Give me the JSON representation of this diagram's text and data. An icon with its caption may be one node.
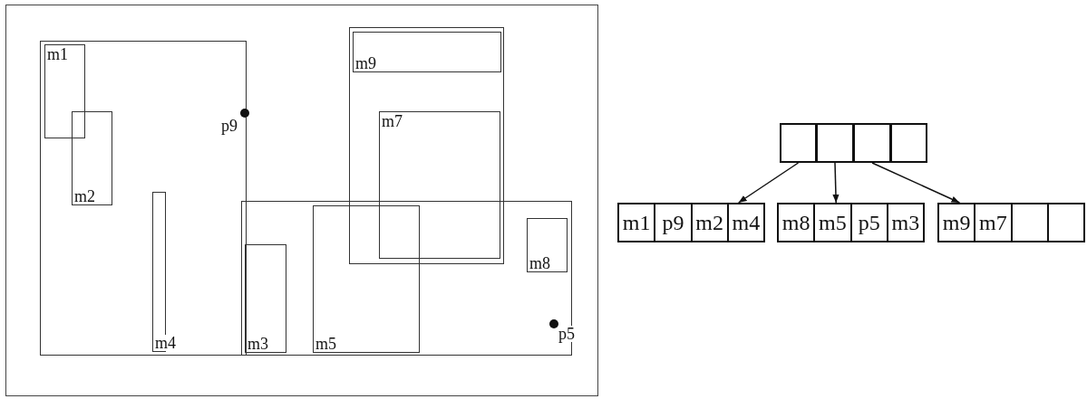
{
  "diagram": {
    "nodes": [
      {
        "text": [],
        "shape": "box"
      },
      {
        "text": [],
        "shape": "box",
        "in": 0
      },
      {
        "text": [
          "m1"
        ],
        "in": 1
      },
      {
        "text": [
          "m2"
        ],
        "in": 1
      },
      {
        "text": [
          "m4"
        ],
        "in": 1
      },
      {
        "text": [
          "p9"
        ],
        "in": 1
      },
      {
        "text": [],
        "shape": "box",
        "in": 0
      },
      {
        "text": [
          "m9"
        ],
        "in": 6
      },
      {
        "text": [
          "m7"
        ],
        "in": 6
      },
      {
        "text": [],
        "shape": "box",
        "in": 0
      },
      {
        "text": [
          "m3"
        ],
        "in": 9
      },
      {
        "text": [
          "m5"
        ],
        "in": 9
      },
      {
        "text": [
          "m8"
        ],
        "in": 9
      },
      {
        "text": [
          "p5"
        ],
        "in": 9
      },
      {
        "text": [],
        "shape": "box"
      },
      {
        "text": [],
        "shape": "box"
      },
      {
        "text": [],
        "shape": "box"
      },
      {
        "text": [],
        "shape": "box"
      },
      {
        "text": [
          "m1",
          "p9",
          "m2",
          "m4"
        ]
      },
      {
        "text": [
          "m8",
          "m5",
          "p5",
          "m3"
        ]
      },
      {
        "text": [
          "m9",
          "m7"
        ]
      }
    ],
    "edges": [
      {
        "from": 14,
        "to": 18,
        "arrow": "to"
      },
      {
        "from": 15,
        "to": 19,
        "arrow": "to"
      },
      {
        "from": 16,
        "to": 20,
        "arrow": "to"
      }
    ]
  }
}
